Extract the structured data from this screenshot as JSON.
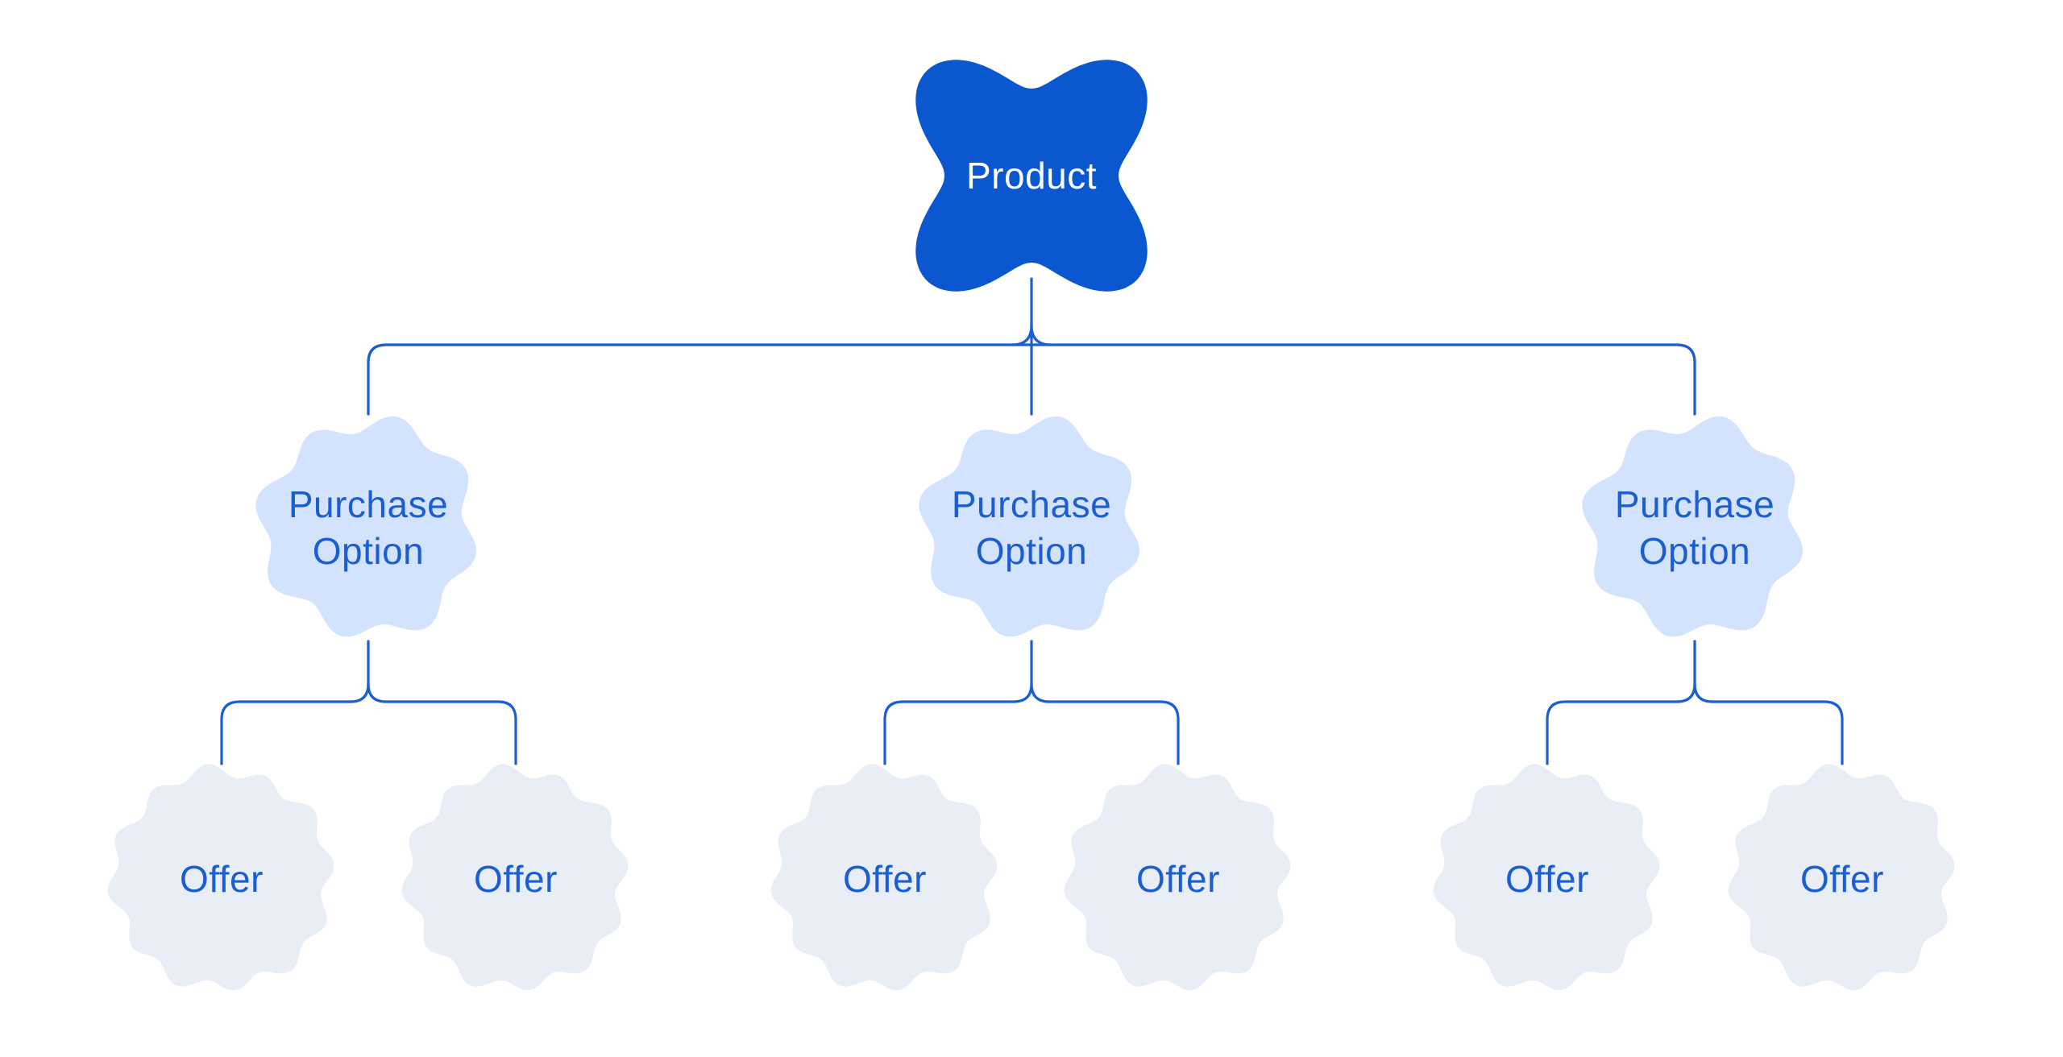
{
  "diagram": {
    "type": "tree",
    "colors": {
      "background": "#FFFFFF",
      "product_fill": "#0B57D0",
      "product_text": "#FFFFFF",
      "purchase_option_fill": "#D3E3FD",
      "offer_fill": "#E9EDF6",
      "connector": "#1A5ED1",
      "label_text": "#1A5ED1"
    },
    "nodes": [
      {
        "id": "product",
        "label": "Product",
        "level": "root"
      },
      {
        "id": "purchase-option-1",
        "label": "Purchase Option",
        "level": "child"
      },
      {
        "id": "purchase-option-2",
        "label": "Purchase Option",
        "level": "child"
      },
      {
        "id": "purchase-option-3",
        "label": "Purchase Option",
        "level": "child"
      },
      {
        "id": "offer-1",
        "label": "Offer",
        "level": "leaf"
      },
      {
        "id": "offer-2",
        "label": "Offer",
        "level": "leaf"
      },
      {
        "id": "offer-3",
        "label": "Offer",
        "level": "leaf"
      },
      {
        "id": "offer-4",
        "label": "Offer",
        "level": "leaf"
      },
      {
        "id": "offer-5",
        "label": "Offer",
        "level": "leaf"
      },
      {
        "id": "offer-6",
        "label": "Offer",
        "level": "leaf"
      }
    ],
    "edges": [
      {
        "from": "product",
        "to": "purchase-option-1"
      },
      {
        "from": "product",
        "to": "purchase-option-2"
      },
      {
        "from": "product",
        "to": "purchase-option-3"
      },
      {
        "from": "purchase-option-1",
        "to": "offer-1"
      },
      {
        "from": "purchase-option-1",
        "to": "offer-2"
      },
      {
        "from": "purchase-option-2",
        "to": "offer-3"
      },
      {
        "from": "purchase-option-2",
        "to": "offer-4"
      },
      {
        "from": "purchase-option-3",
        "to": "offer-5"
      },
      {
        "from": "purchase-option-3",
        "to": "offer-6"
      }
    ]
  }
}
